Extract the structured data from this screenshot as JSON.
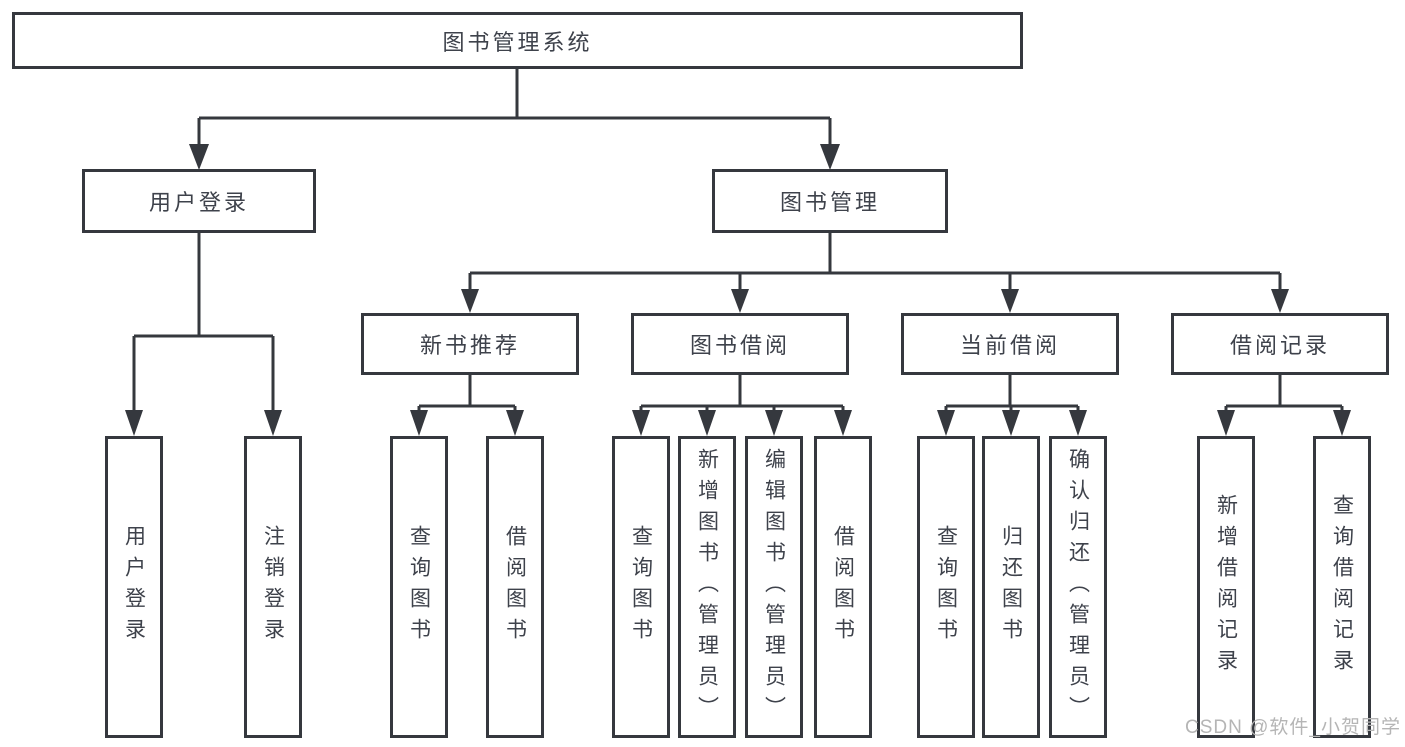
{
  "diagram": {
    "tree": {
      "root": {
        "label": "图书管理系统"
      },
      "children": [
        {
          "label": "用户登录",
          "children": [
            {
              "label": "用户登录"
            },
            {
              "label": "注销登录"
            }
          ]
        },
        {
          "label": "图书管理",
          "children": [
            {
              "label": "新书推荐",
              "children": [
                {
                  "label": "查询图书"
                },
                {
                  "label": "借阅图书"
                }
              ]
            },
            {
              "label": "图书借阅",
              "children": [
                {
                  "label": "查询图书"
                },
                {
                  "label": "新增图书（管理员）"
                },
                {
                  "label": "编辑图书（管理员）"
                },
                {
                  "label": "借阅图书"
                }
              ]
            },
            {
              "label": "当前借阅",
              "children": [
                {
                  "label": "查询图书"
                },
                {
                  "label": "归还图书"
                },
                {
                  "label": "确认归还（管理员）"
                }
              ]
            },
            {
              "label": "借阅记录",
              "children": [
                {
                  "label": "新增借阅记录"
                },
                {
                  "label": "查询借阅记录"
                }
              ]
            }
          ]
        }
      ]
    }
  },
  "watermark": {
    "text": "CSDN @软件_小贺同学"
  },
  "colors": {
    "line": "#35383e",
    "box_border": "#35383e",
    "text": "#3e424b",
    "watermark": "#b5b5b5",
    "background": "#ffffff"
  }
}
